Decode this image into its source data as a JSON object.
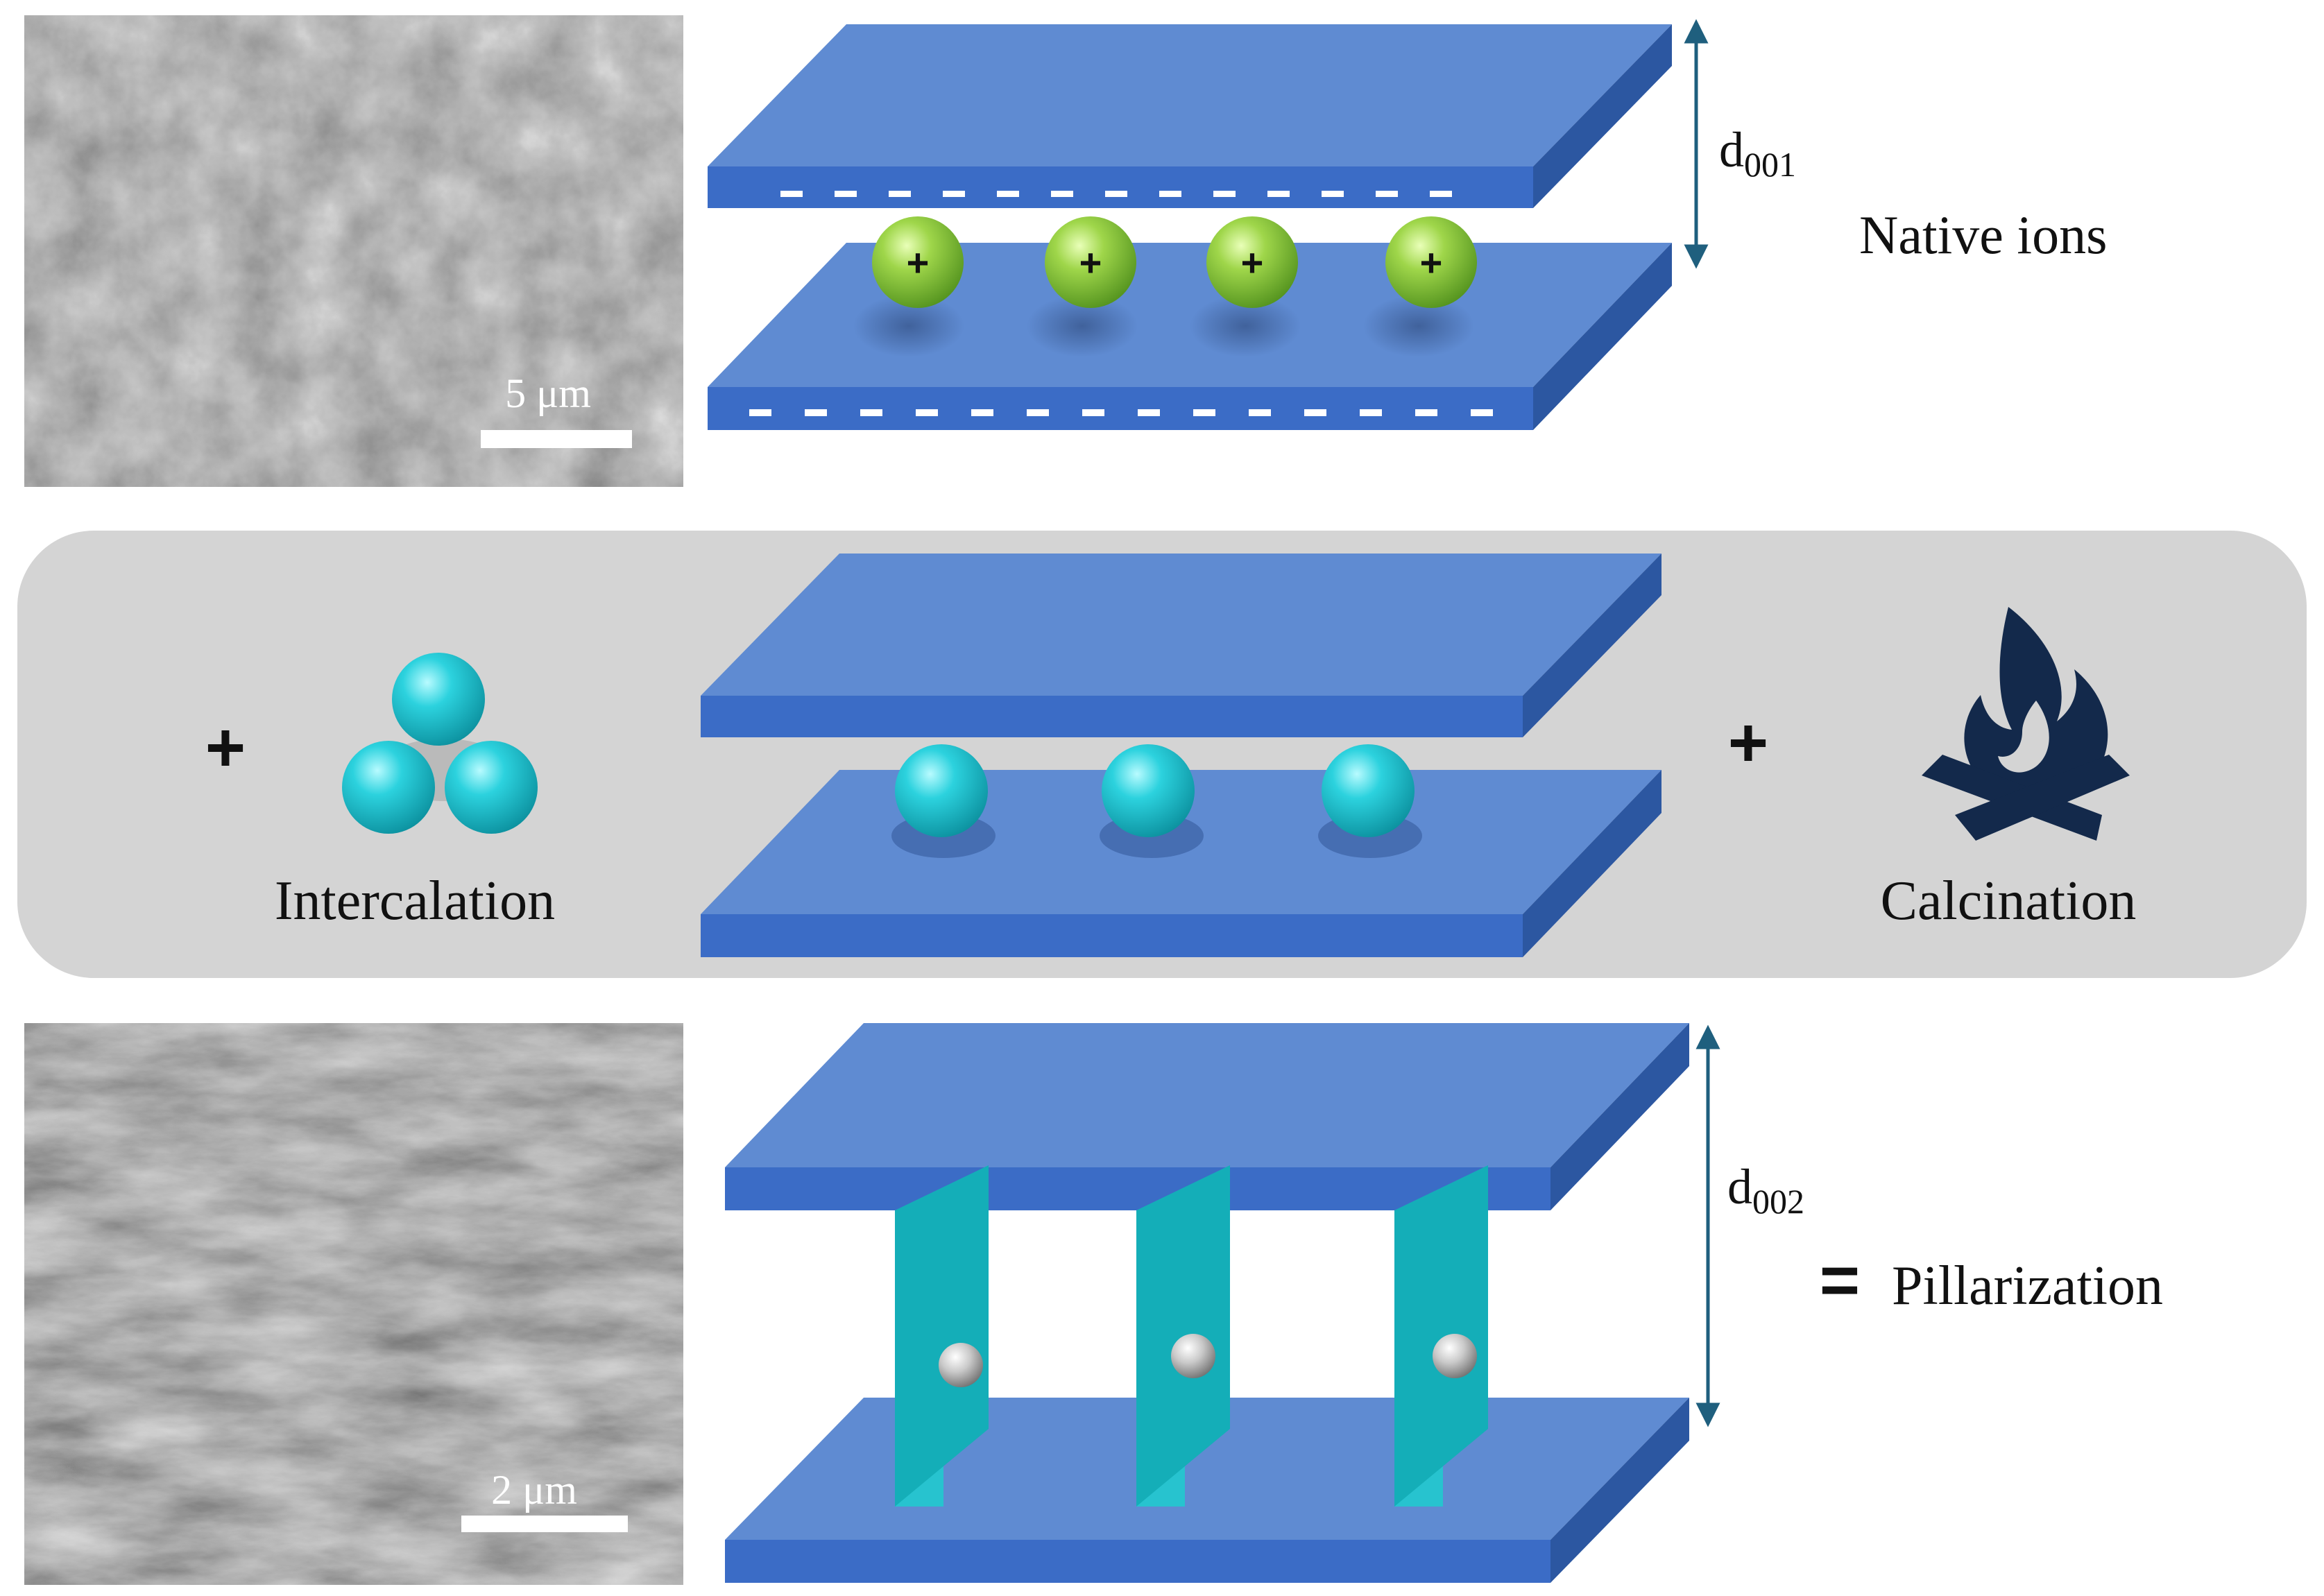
{
  "figure": {
    "top": {
      "scale_bar_label": "5 μm",
      "spacing_label_main": "d",
      "spacing_label_sub": "001",
      "caption": "Native ions",
      "ion_symbol": "+",
      "ion_count": 4,
      "ion_color": "#8cc63f",
      "plate_color": "#5b87cf"
    },
    "middle": {
      "panel_color": "#d4d4d4",
      "plus_left": "+",
      "plus_right": "+",
      "step_left_caption": "Intercalation",
      "step_right_caption": "Calcination",
      "intercalant_color": "#1ec6d4",
      "fire_icon_color": "#13294b"
    },
    "bottom": {
      "scale_bar_label": "2 μm",
      "spacing_label_main": "d",
      "spacing_label_sub": "002",
      "equals": "=",
      "caption": "Pillarization",
      "pillar_count": 3,
      "pillar_color": "#14b3bb"
    },
    "arrow_color": "#1f5f7e"
  }
}
